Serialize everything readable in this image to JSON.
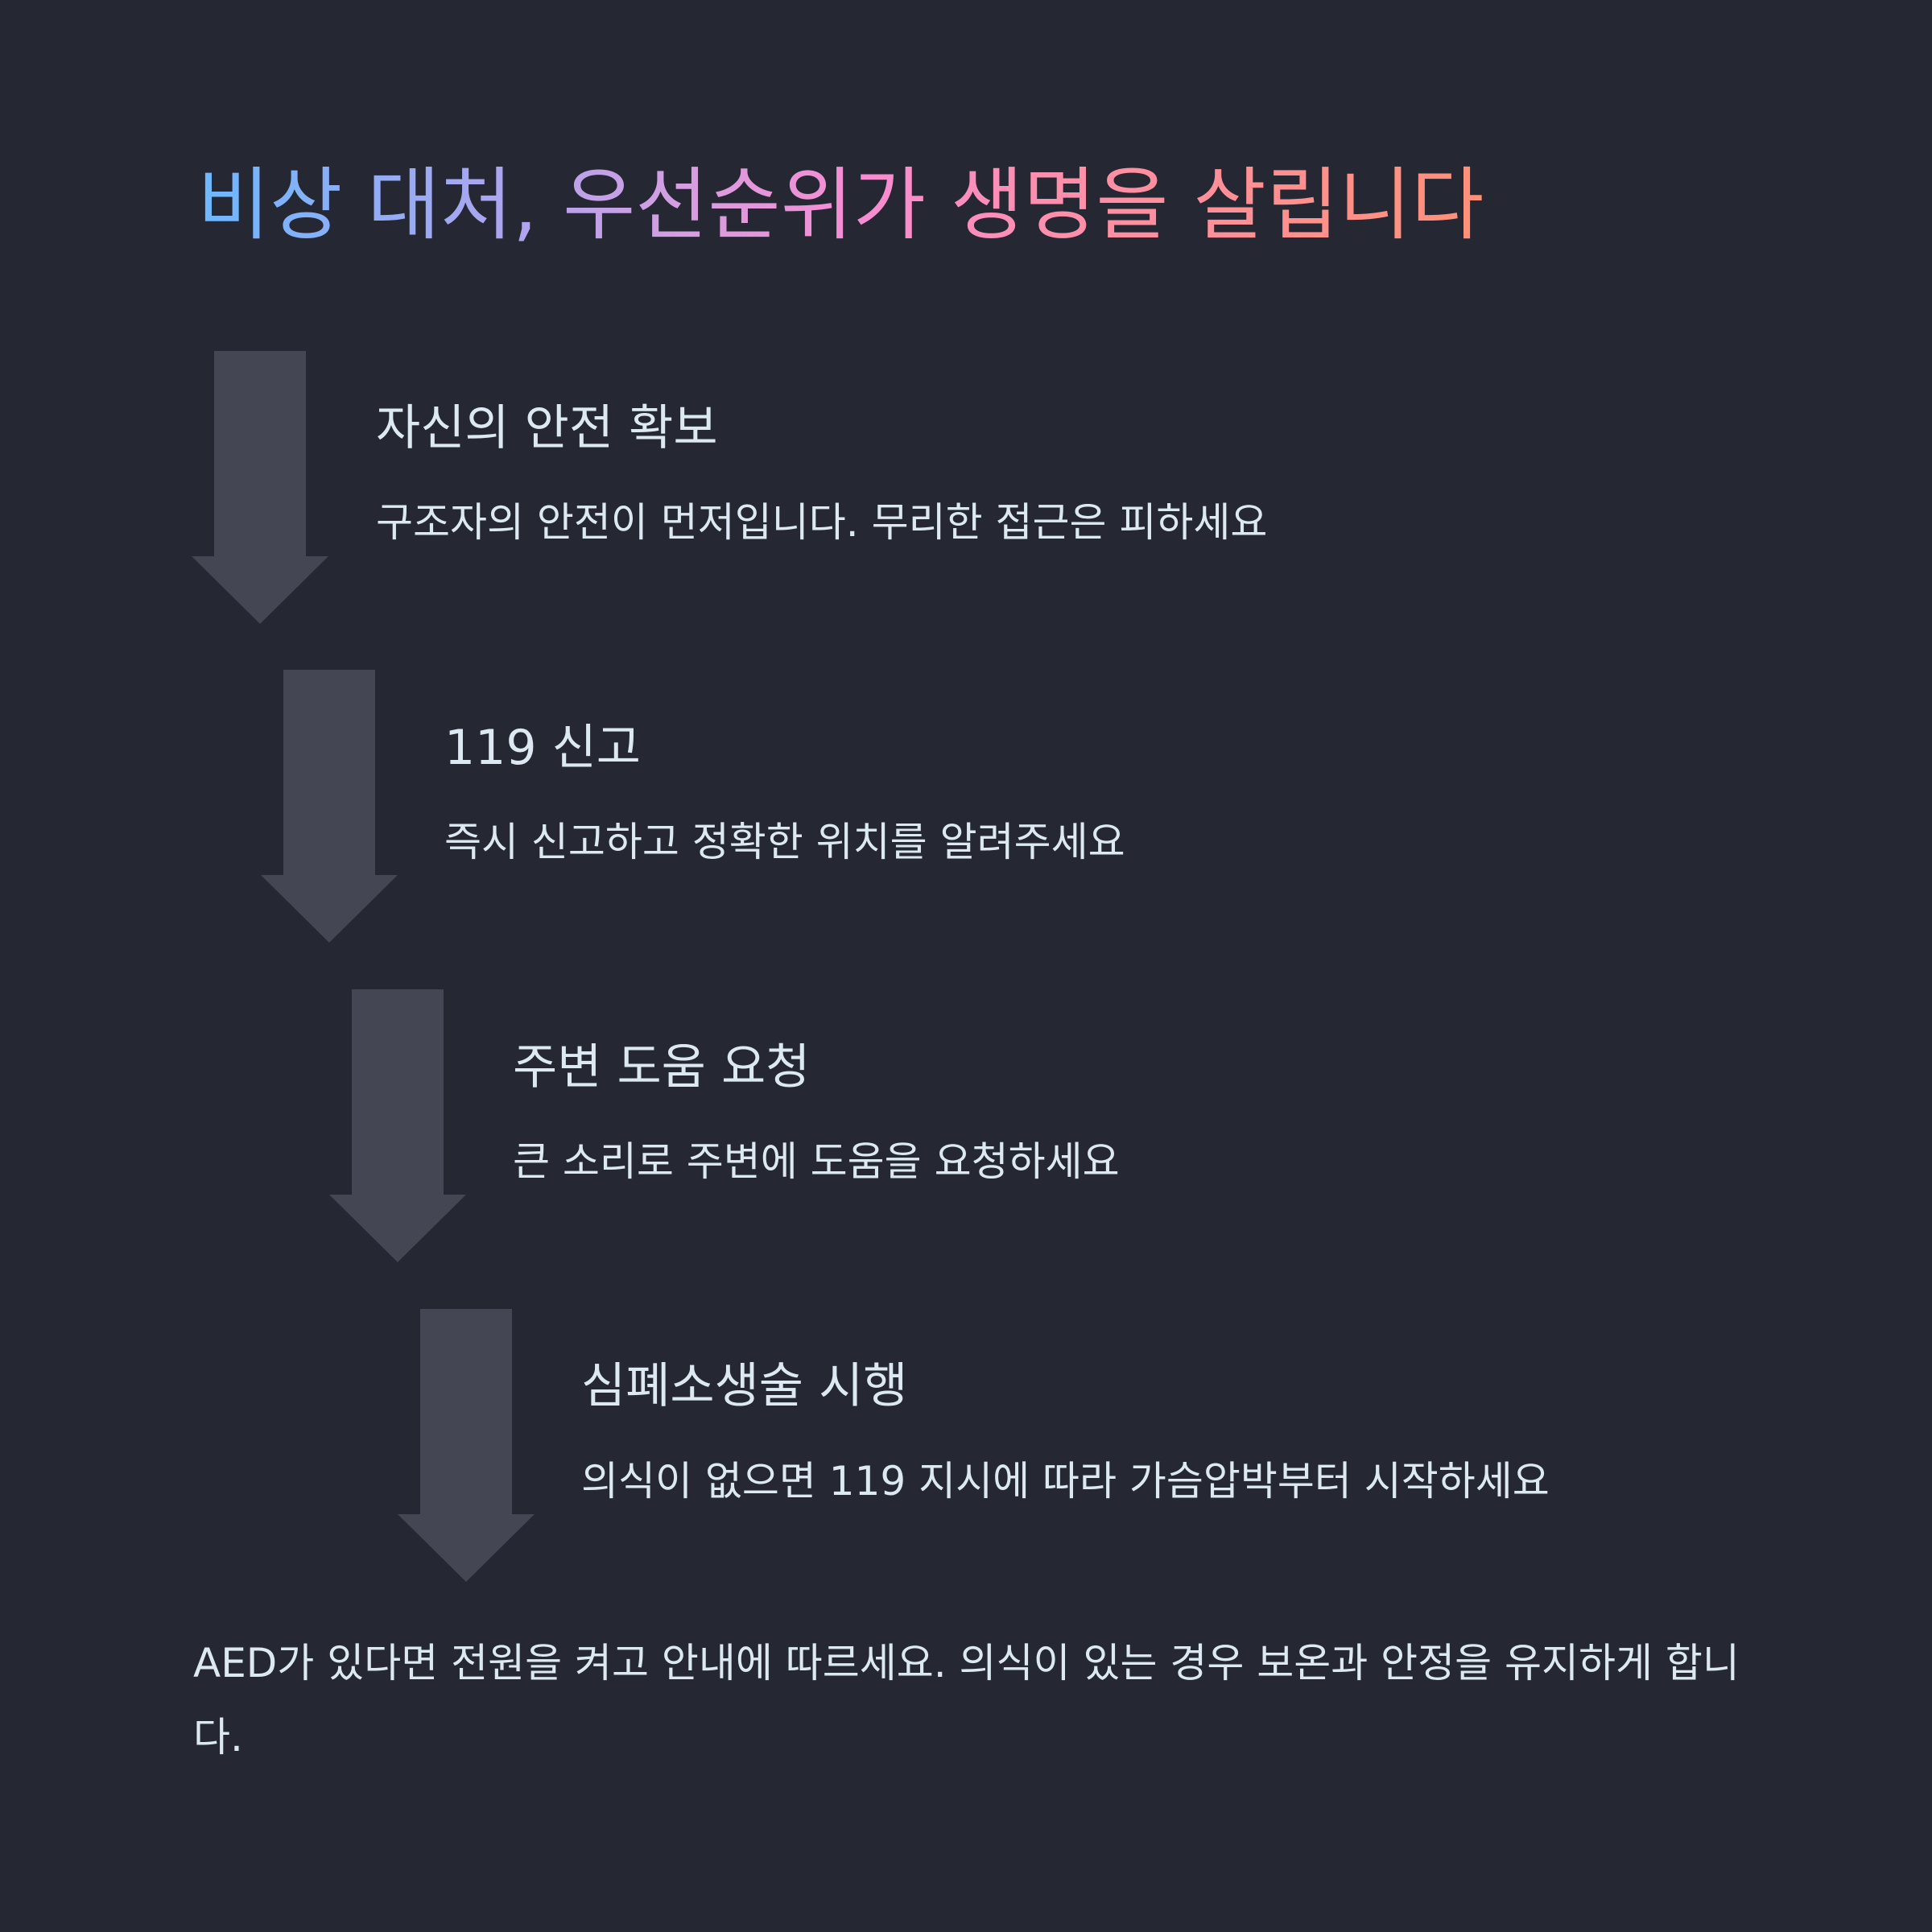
{
  "title": "비상 대처, 우선순위가 생명을 살립니다",
  "colors": {
    "background": "#252733",
    "arrow": "#444653",
    "text": "#dce8f2",
    "title_gradient": [
      "#6cb8ff",
      "#b0a4ee",
      "#f88cd2",
      "#ff9078"
    ]
  },
  "steps": [
    {
      "title": "자신의 안전 확보",
      "description": "구조자의 안전이 먼저입니다. 무리한 접근은 피하세요",
      "icon": "arrow-down-icon"
    },
    {
      "title": "119 신고",
      "description": "즉시 신고하고 정확한 위치를 알려주세요",
      "icon": "arrow-down-icon"
    },
    {
      "title": "주변 도움 요청",
      "description": "큰 소리로 주변에 도움을 요청하세요",
      "icon": "arrow-down-icon"
    },
    {
      "title": "심폐소생술 시행",
      "description": "의식이 없으면 119 지시에 따라 가슴압박부터 시작하세요",
      "icon": "arrow-down-icon"
    }
  ],
  "footer": "AED가 있다면 전원을 켜고 안내에 따르세요. 의식이 있는 경우 보온과 안정을 유지하게 합니다."
}
